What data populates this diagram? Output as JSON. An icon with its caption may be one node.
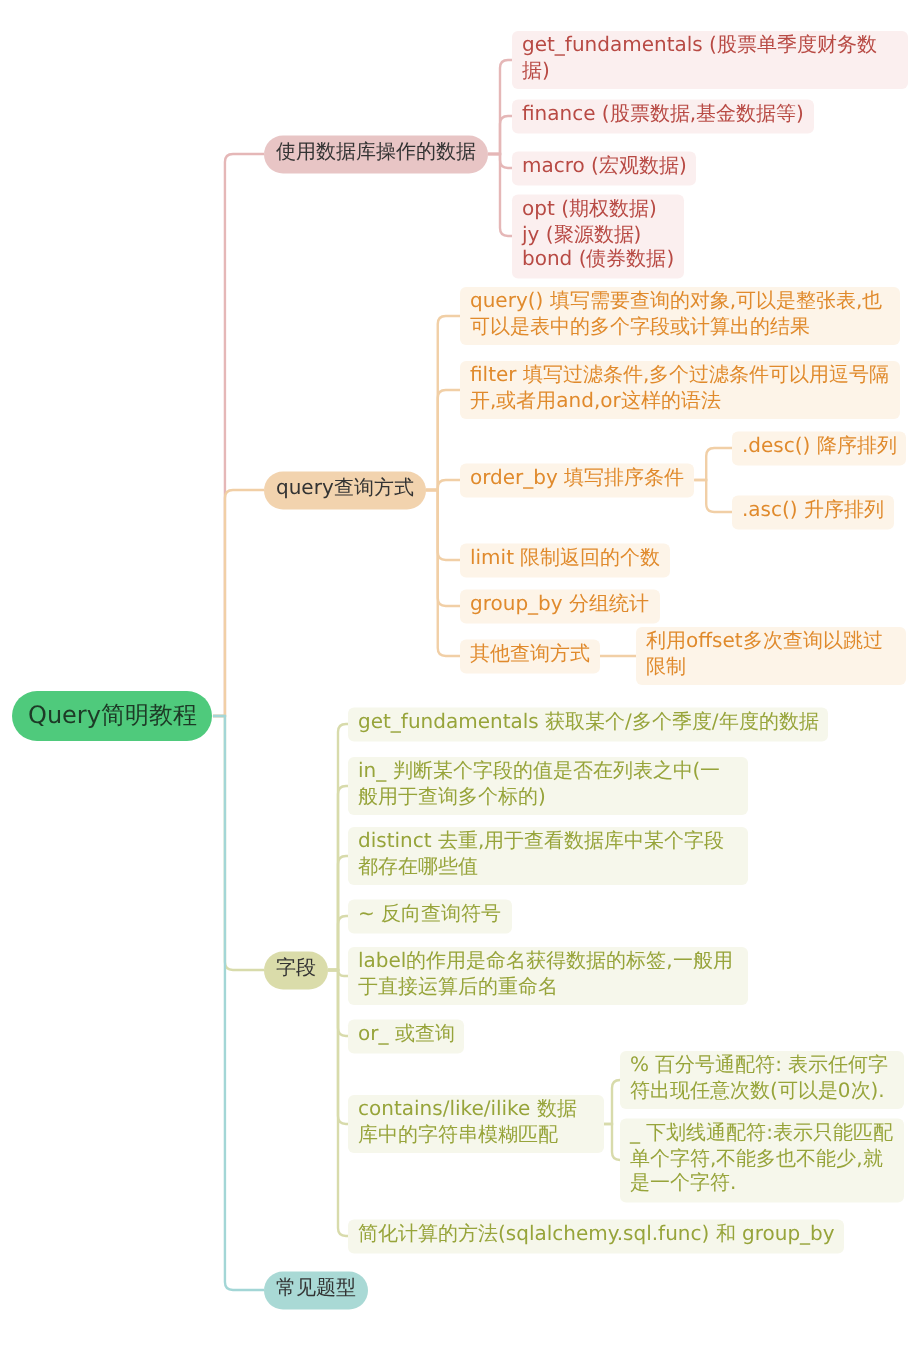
{
  "diagram": {
    "nodes": [
      {
        "text": [
          "Query简明教程"
        ]
      },
      {
        "text": [
          "使用数据库操作的数据"
        ]
      },
      {
        "text": [
          "get_fundamentals (股票单季度财务数据)"
        ]
      },
      {
        "text": [
          "finance (股票数据,基金数据等)"
        ]
      },
      {
        "text": [
          "macro (宏观数据)"
        ]
      },
      {
        "text": [
          "opt (期权数据)",
          "jy (聚源数据)",
          "bond (债券数据)"
        ]
      },
      {
        "text": [
          "query查询方式"
        ]
      },
      {
        "text": [
          "query() 填写需要查询的对象,可以是整张表,也可以是表中的多个字段或计算出的结果"
        ]
      },
      {
        "text": [
          "filter 填写过滤条件,多个过滤条件可以用逗号隔开,或者用and,or这样的语法"
        ]
      },
      {
        "text": [
          "order_by 填写排序条件"
        ]
      },
      {
        "text": [
          ".desc() 降序排列"
        ]
      },
      {
        "text": [
          ".asc() 升序排列"
        ]
      },
      {
        "text": [
          "limit 限制返回的个数"
        ]
      },
      {
        "text": [
          "group_by 分组统计"
        ]
      },
      {
        "text": [
          "其他查询方式"
        ]
      },
      {
        "text": [
          "利用offset多次查询以跳过限制"
        ]
      },
      {
        "text": [
          "字段"
        ]
      },
      {
        "text": [
          "get_fundamentals 获取某个/多个季度/年度的数据"
        ]
      },
      {
        "text": [
          "in_ 判断某个字段的值是否在列表之中(一般用于查询多个标的)"
        ]
      },
      {
        "text": [
          "distinct 去重,用于查看数据库中某个字段都存在哪些值"
        ]
      },
      {
        "text": [
          "~ 反向查询符号"
        ]
      },
      {
        "text": [
          "label的作用是命名获得数据的标签,一般用于直接运算后的重命名"
        ]
      },
      {
        "text": [
          "or_ 或查询"
        ]
      },
      {
        "text": [
          "contains/like/ilike 数据库中的字符串模糊匹配"
        ]
      },
      {
        "text": [
          "% 百分号通配符: 表示任何字符出现任意次数(可以是0次)."
        ]
      },
      {
        "text": [
          "_ 下划线通配符:表示只能匹配单个字符,不能多也不能少,就是一个字符."
        ]
      },
      {
        "text": [
          "简化计算的方法(sqlalchemy.sql.func) 和 group_by"
        ]
      },
      {
        "text": [
          "常见题型"
        ]
      }
    ],
    "edges": [
      {
        "from": 0,
        "to": 1,
        "arrow": "none"
      },
      {
        "from": 0,
        "to": 6,
        "arrow": "none"
      },
      {
        "from": 0,
        "to": 16,
        "arrow": "none"
      },
      {
        "from": 0,
        "to": 27,
        "arrow": "none"
      },
      {
        "from": 1,
        "to": 2,
        "arrow": "none"
      },
      {
        "from": 1,
        "to": 3,
        "arrow": "none"
      },
      {
        "from": 1,
        "to": 4,
        "arrow": "none"
      },
      {
        "from": 1,
        "to": 5,
        "arrow": "none"
      },
      {
        "from": 6,
        "to": 7,
        "arrow": "none"
      },
      {
        "from": 6,
        "to": 8,
        "arrow": "none"
      },
      {
        "from": 6,
        "to": 9,
        "arrow": "none"
      },
      {
        "from": 6,
        "to": 12,
        "arrow": "none"
      },
      {
        "from": 6,
        "to": 13,
        "arrow": "none"
      },
      {
        "from": 6,
        "to": 14,
        "arrow": "none"
      },
      {
        "from": 9,
        "to": 10,
        "arrow": "none"
      },
      {
        "from": 9,
        "to": 11,
        "arrow": "none"
      },
      {
        "from": 14,
        "to": 15,
        "arrow": "none"
      },
      {
        "from": 16,
        "to": 17,
        "arrow": "none"
      },
      {
        "from": 16,
        "to": 18,
        "arrow": "none"
      },
      {
        "from": 16,
        "to": 19,
        "arrow": "none"
      },
      {
        "from": 16,
        "to": 20,
        "arrow": "none"
      },
      {
        "from": 16,
        "to": 21,
        "arrow": "none"
      },
      {
        "from": 16,
        "to": 22,
        "arrow": "none"
      },
      {
        "from": 16,
        "to": 23,
        "arrow": "none"
      },
      {
        "from": 16,
        "to": 26,
        "arrow": "none"
      },
      {
        "from": 23,
        "to": 24,
        "arrow": "none"
      },
      {
        "from": 23,
        "to": 25,
        "arrow": "none"
      }
    ]
  }
}
